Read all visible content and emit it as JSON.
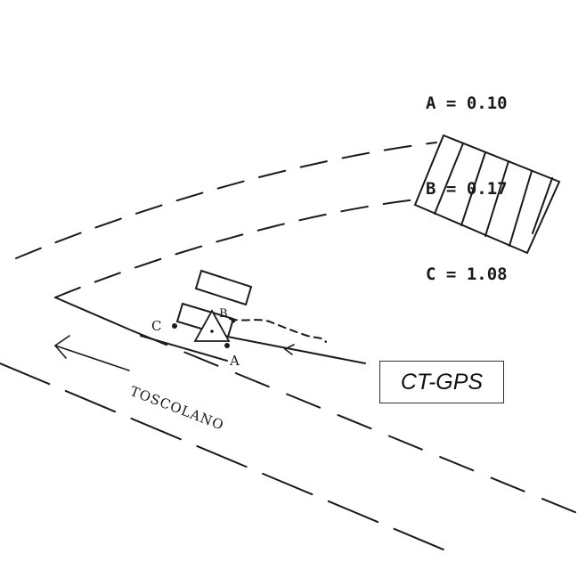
{
  "legend": [
    {
      "label": "A",
      "eq": "=",
      "value": "0.10"
    },
    {
      "label": "B",
      "eq": "=",
      "value": "0.17"
    },
    {
      "label": "C",
      "eq": "=",
      "value": "1.08"
    }
  ],
  "road_name": "TOSCOLANO",
  "points": {
    "a": "A",
    "b": "B",
    "c": "C"
  },
  "gps_label": "CT-GPS",
  "colors": {
    "ink": "#1a1a1a",
    "background": "#ffffff"
  }
}
